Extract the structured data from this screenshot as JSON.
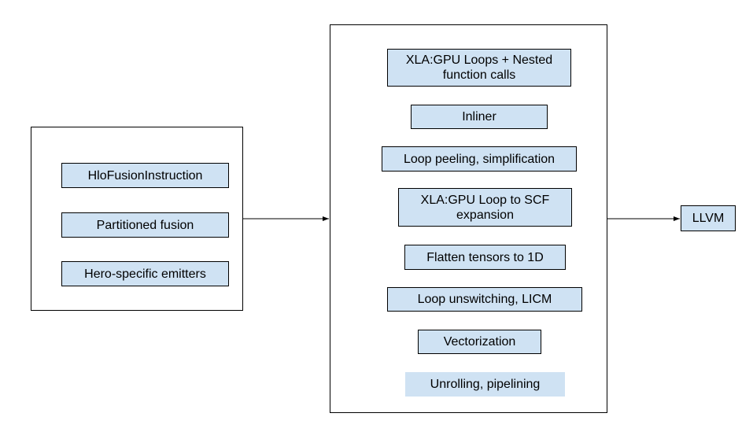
{
  "input_group": {
    "items": [
      "HloFusionInstruction",
      "Partitioned fusion",
      "Hero-specific emitters"
    ]
  },
  "pipeline_group": {
    "stages": [
      "XLA:GPU Loops + Nested function calls",
      "Inliner",
      "Loop peeling, simplification",
      "XLA:GPU Loop to SCF expansion",
      "Flatten tensors to 1D",
      "Loop unswitching, LICM",
      "Vectorization",
      "Unrolling, pipelining"
    ]
  },
  "output": {
    "label": "LLVM"
  },
  "colors": {
    "node_fill": "#cfe2f3",
    "stroke": "#000000"
  }
}
